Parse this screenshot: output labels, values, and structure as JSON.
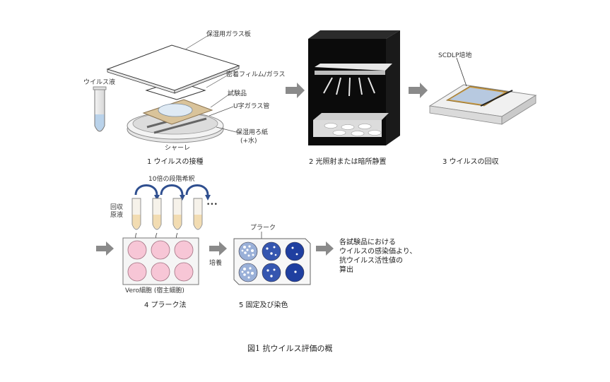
{
  "step1": {
    "caption": "1 ウイルスの接種",
    "labels": {
      "cover_glass": "保湿用ガラス板",
      "film": "密着フィルム/ガラス",
      "virus": "ウイルス液",
      "sample": "試験品",
      "u_tube": "U字ガラス管",
      "filter_paper": "保湿用ろ紙",
      "water": "(+水)",
      "dish": "シャーレ"
    }
  },
  "step2": {
    "caption": "2 光照射または暗所静置"
  },
  "step3": {
    "caption": "3 ウイルスの回収",
    "label": "SCDLP培地"
  },
  "step4": {
    "caption": "4 プラーク法",
    "dilution": "10倍の段階希釈",
    "stock_line1": "回収",
    "stock_line2": "原液",
    "dots": "•••",
    "cells": "Vero細胞 (宿主細胞)"
  },
  "step5": {
    "caption": "5 固定及び染色",
    "plaque": "プラーク",
    "incubate": "培養"
  },
  "result": {
    "line1": "各試験品における",
    "line2": "ウイルスの感染価より、",
    "line3": "抗ウイルス活性値の",
    "line4": "算出"
  },
  "figure_title": "図1  抗ウイルス評価の概"
}
